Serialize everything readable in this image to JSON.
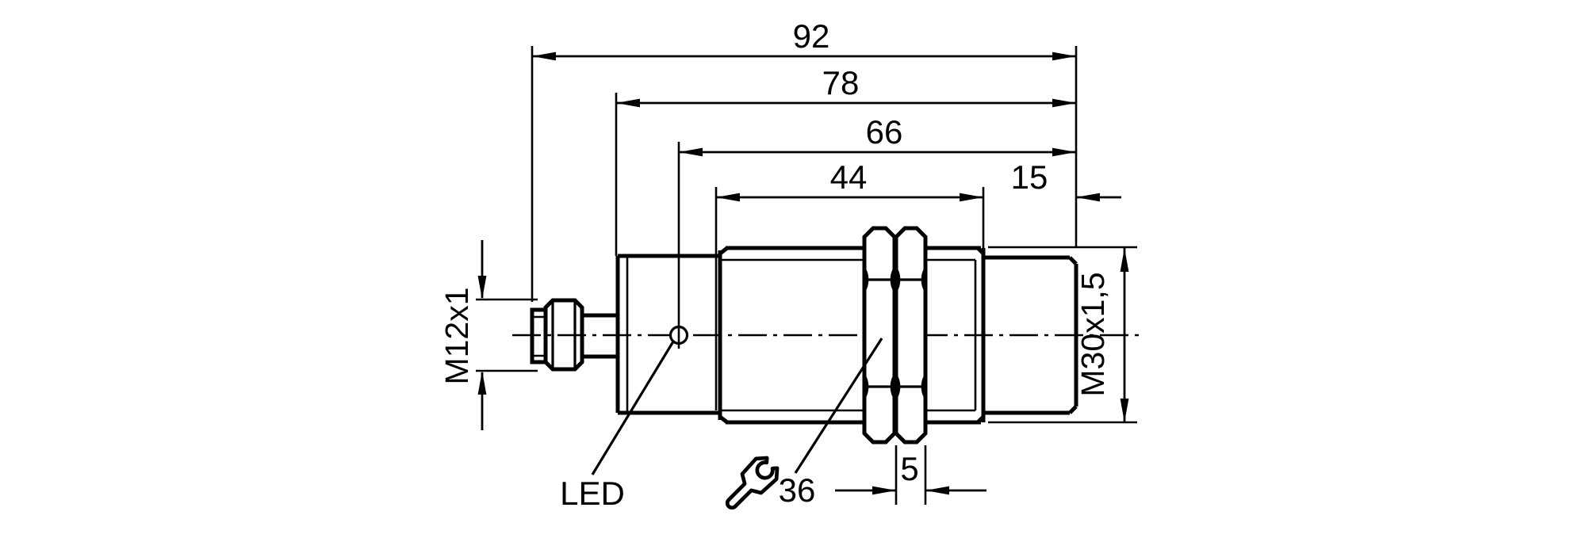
{
  "page": {
    "background": "#ffffff"
  },
  "drawing": {
    "title": "Inductive sensor dimensional drawing, M30 threaded barrel with M12 connector",
    "line_color": "#000000",
    "units": "mm",
    "dimensions": {
      "overall_length": "92",
      "housing_length": "78",
      "led_to_face": "66",
      "thread_length": "44",
      "tip_length": "15",
      "nut_thickness": "5"
    },
    "labels": {
      "connector_thread": "M12x1",
      "sensor_thread": "M30x1,5",
      "led": "LED",
      "wrench_size": "36"
    },
    "icons": {
      "wrench": "wrench-icon (open-end spanner, indicates wrench size 36)"
    }
  }
}
